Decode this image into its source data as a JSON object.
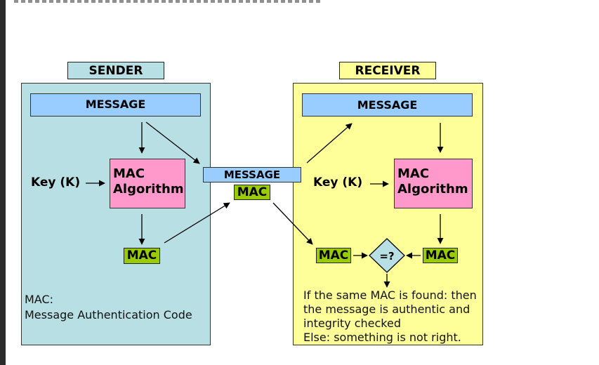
{
  "sender": {
    "title": "SENDER",
    "message": "MESSAGE",
    "key": "Key (K)",
    "algorithm": [
      "MAC",
      "Algorithm"
    ],
    "mac": "MAC",
    "note_line1": "MAC:",
    "note_line2": "Message Authentication Code"
  },
  "transit": {
    "message": "MESSAGE",
    "mac": "MAC"
  },
  "receiver": {
    "title": "RECEIVER",
    "message": "MESSAGE",
    "key": "Key (K)",
    "algorithm": [
      "MAC",
      "Algorithm"
    ],
    "mac_received": "MAC",
    "mac_computed": "MAC",
    "compare": "=?",
    "result_lines": [
      "If the same MAC is found: then",
      "the message is authentic and",
      "integrity checked",
      "Else: something is not right."
    ]
  },
  "colors": {
    "sender_bg": "#b8dfe3",
    "receiver_bg": "#ffff99",
    "message": "#99ccff",
    "algorithm": "#ff99cc",
    "mac": "#99cc00",
    "compare": "#b8dfe3"
  }
}
